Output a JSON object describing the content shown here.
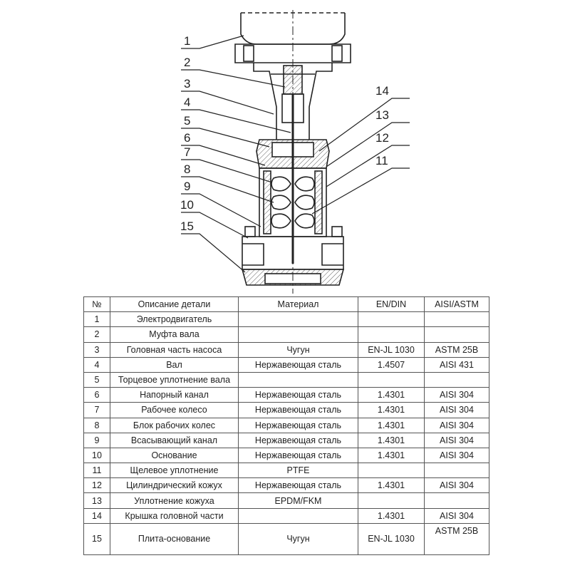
{
  "callouts": [
    "1",
    "2",
    "3",
    "4",
    "5",
    "6",
    "7",
    "8",
    "9",
    "10",
    "15",
    "14",
    "13",
    "12",
    "11"
  ],
  "table": {
    "headers": [
      "№",
      "Описание детали",
      "Материал",
      "EN/DIN",
      "AISI/ASTM"
    ],
    "rows": [
      [
        "1",
        "Электродвигатель",
        "",
        "",
        ""
      ],
      [
        "2",
        "Муфта вала",
        "",
        "",
        ""
      ],
      [
        "3",
        "Головная часть насоса",
        "Чугун",
        "EN-JL 1030",
        "ASTM 25B"
      ],
      [
        "4",
        "Вал",
        "Нержавеющая сталь",
        "1.4507",
        "AISI 431"
      ],
      [
        "5",
        "Торцевое уплотнение вала",
        "",
        "",
        ""
      ],
      [
        "6",
        "Напорный канал",
        "Нержавеющая сталь",
        "1.4301",
        "AISI 304"
      ],
      [
        "7",
        "Рабочее колесо",
        "Нержавеющая сталь",
        "1.4301",
        "AISI 304"
      ],
      [
        "8",
        "Блок рабочих колес",
        "Нержавеющая сталь",
        "1.4301",
        "AISI 304"
      ],
      [
        "9",
        "Всасывающий канал",
        "Нержавеющая сталь",
        "1.4301",
        "AISI 304"
      ],
      [
        "10",
        "Основание",
        "Нержавеющая сталь",
        "1.4301",
        "AISI 304"
      ],
      [
        "11",
        "Щелевое уплотнение",
        "PTFE",
        "",
        ""
      ],
      [
        "12",
        "Цилиндрический кожух",
        "Нержавеющая сталь",
        "1.4301",
        "AISI 304"
      ],
      [
        "13",
        "Уплотнение кожуха",
        "EPDM/FKM",
        "",
        ""
      ],
      [
        "14",
        "Крышка головной части",
        "",
        "1.4301",
        "AISI 304"
      ],
      [
        "15",
        "Плита-основание",
        "Чугун",
        "EN-JL 1030",
        "ASTM 25B"
      ]
    ]
  }
}
